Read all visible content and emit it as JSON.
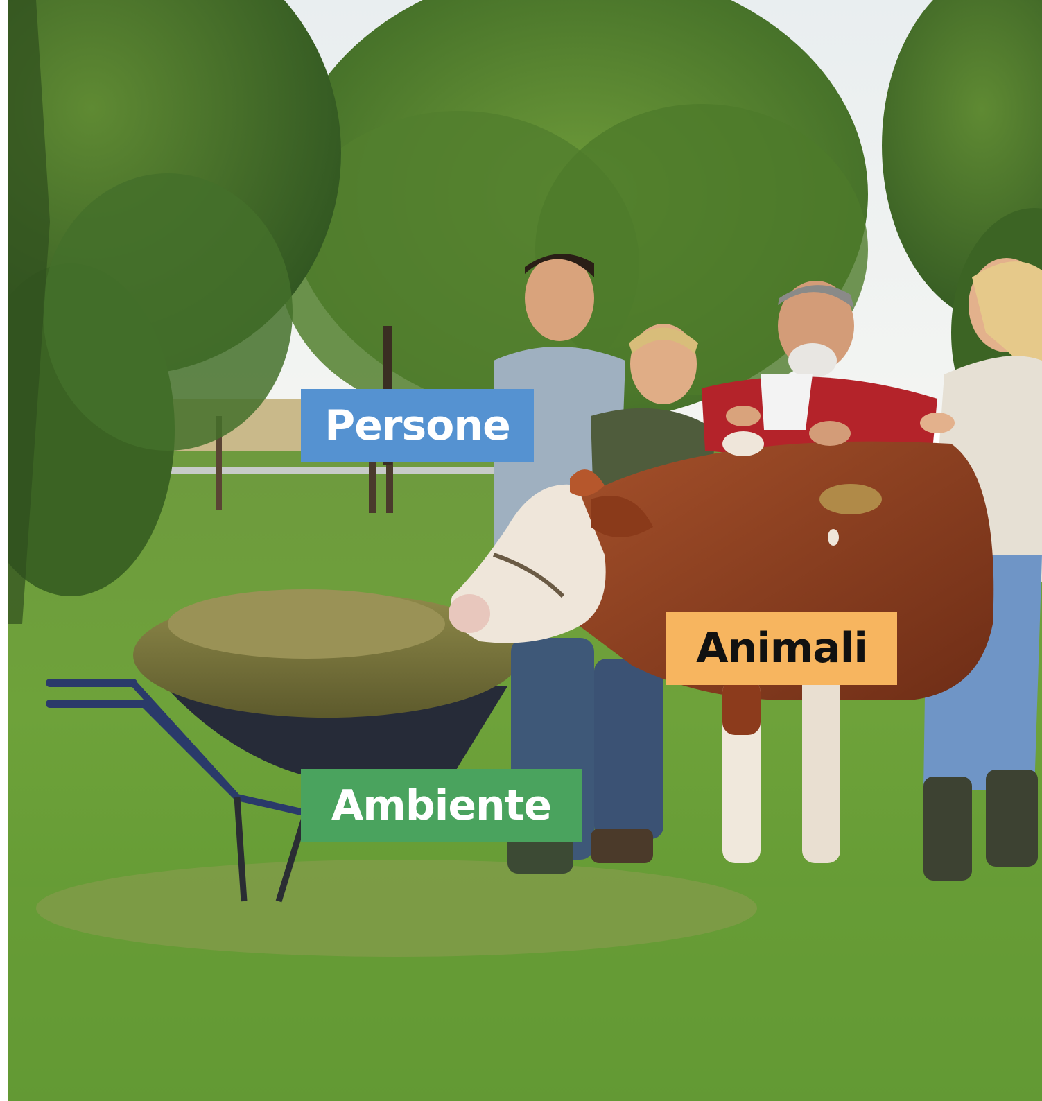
{
  "labels": {
    "people": "Persone",
    "animals": "Animali",
    "environment": "Ambiente"
  },
  "colors": {
    "people": "#5592d1",
    "animals": "#f7b55f",
    "environment": "#4aa35e"
  }
}
